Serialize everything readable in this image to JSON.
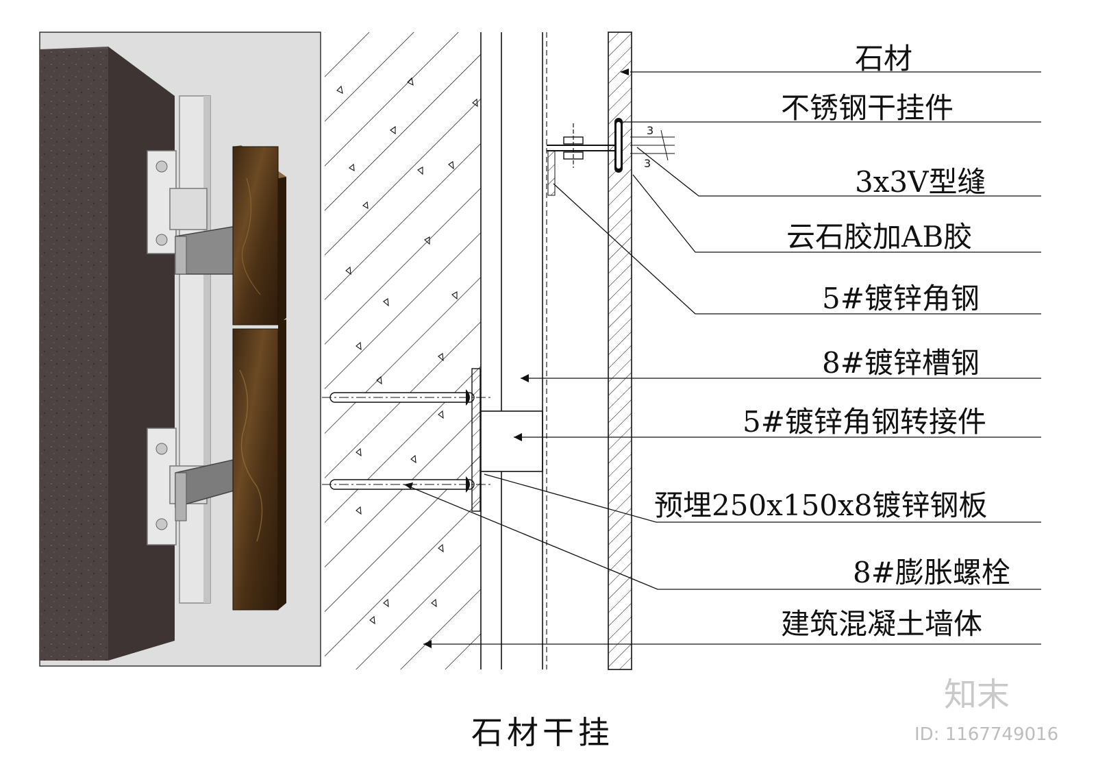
{
  "title": "石材干挂",
  "callouts": [
    {
      "label": "石材"
    },
    {
      "label": "不锈钢干挂件"
    },
    {
      "label": "3x3V型缝"
    },
    {
      "label": "云石胶加AB胶"
    },
    {
      "label": "5#镀锌角钢"
    },
    {
      "label": "8#镀锌槽钢"
    },
    {
      "label": "5#镀锌角钢转接件"
    },
    {
      "label": "预埋250x150x8镀锌钢板"
    },
    {
      "label": "8#膨胀螺栓"
    },
    {
      "label": "建筑混凝土墙体"
    }
  ],
  "dimension_marks": [
    "3",
    "3"
  ],
  "brand": {
    "logo_text": "知末",
    "id_text": "ID: 1167749016"
  },
  "colors": {
    "concrete_dark": "#4a3f3f",
    "stone_brown": "#5a3d1e",
    "steel_light": "#e4e4e4",
    "glue_teal": "#3fb8a7",
    "line": "#111111"
  }
}
